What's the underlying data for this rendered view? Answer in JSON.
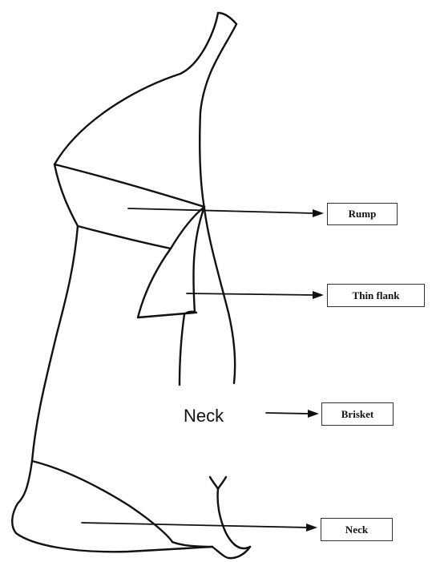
{
  "labels": {
    "rump": "Rump",
    "thin_flank": "Thin flank",
    "brisket": "Brisket",
    "neck": "Neck"
  },
  "overlay_text": "Neck",
  "colors": {
    "background": "#ffffff",
    "line": "#111111",
    "box_border": "#333333"
  }
}
